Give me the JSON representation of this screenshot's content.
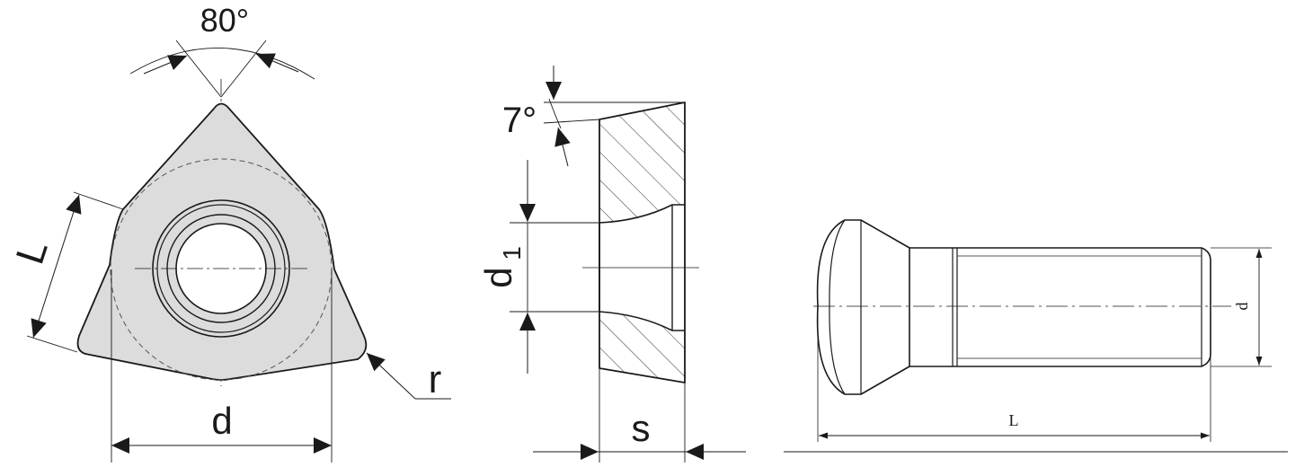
{
  "labels": {
    "angle_80": "80°",
    "edge_length": "L",
    "inscribed_diameter": "d",
    "corner_radius": "r",
    "clearance_angle": "7°",
    "hole_diameter_main": "d",
    "hole_diameter_sub": "1",
    "thickness": "s",
    "screw_diameter": "d",
    "screw_length": "L"
  },
  "colors": {
    "fill": "#dcdcdc",
    "stroke": "#1a1a1a"
  }
}
